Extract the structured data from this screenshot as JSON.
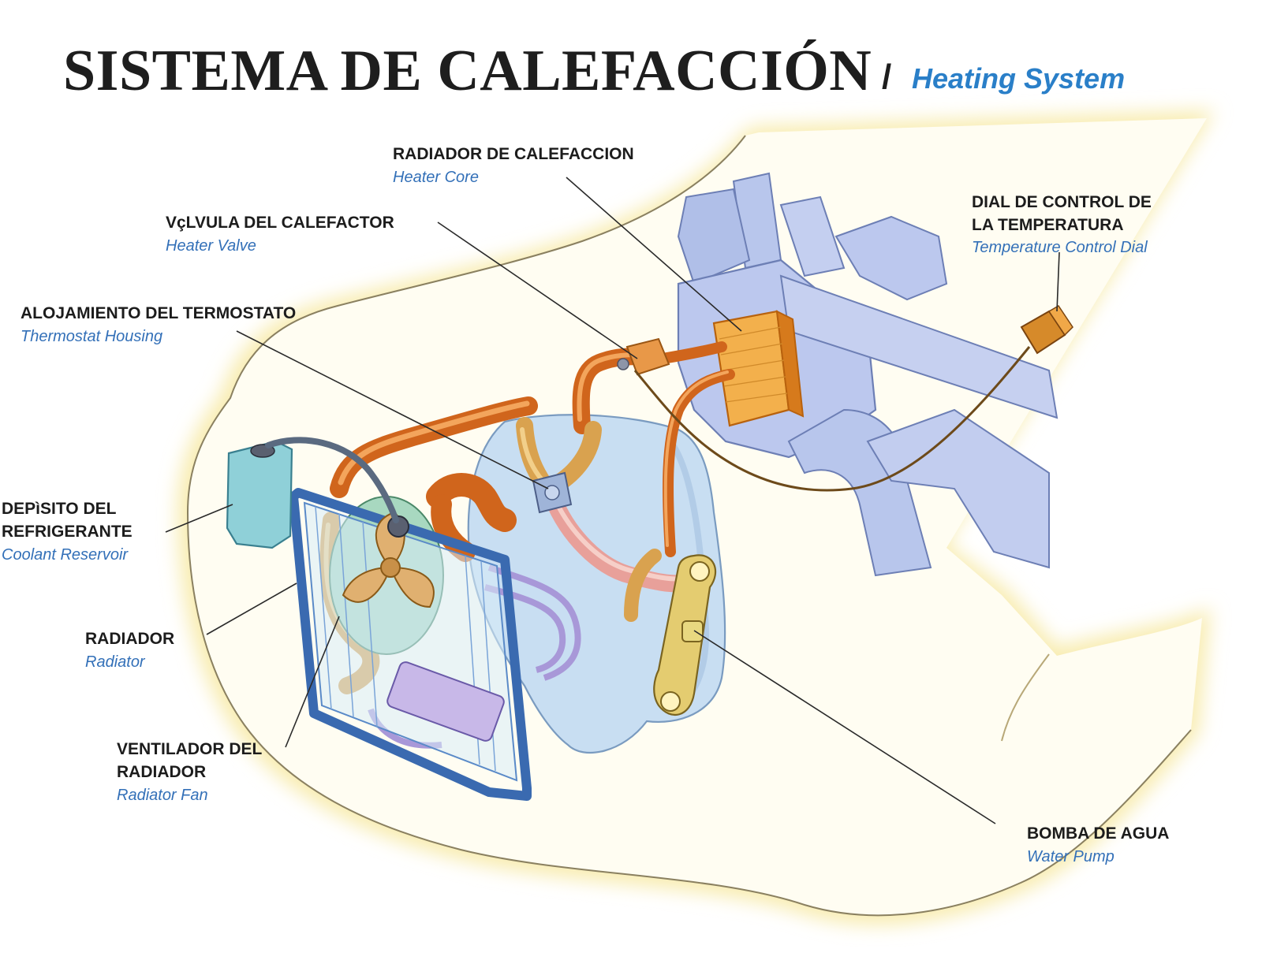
{
  "title": {
    "main": "SISTEMA DE CALEFACCIÓN",
    "separator": "/",
    "subtitle": "Heating System"
  },
  "colors": {
    "title": "#1e1e1e",
    "subtitle_blue": "#2a7fc8",
    "label_dark": "#1c1c1c",
    "label_blue": "#3370b8",
    "body_fill": "#fffdf2",
    "body_glow": "#f8ecb0",
    "engine_blue": "#c8def2",
    "heater_box": "#bcc8ee",
    "hose_orange": "#d0651c",
    "hose_pink": "#e8a09a",
    "heater_core": "#f0a040"
  },
  "labels": {
    "heater_core": {
      "es": "RADIADOR DE CALEFACCION",
      "en": "Heater Core"
    },
    "heater_valve": {
      "es": "VçLVULA DEL CALEFACTOR",
      "en": "Heater Valve"
    },
    "temp_dial": {
      "es_line1": "DIAL DE CONTROL DE",
      "es_line2": "LA TEMPERATURA",
      "en": "Temperature Control Dial"
    },
    "thermostat": {
      "es": "ALOJAMIENTO DEL TERMOSTATO",
      "en": "Thermostat Housing"
    },
    "reservoir": {
      "es_line1": "DEPìSITO DEL",
      "es_line2": "REFRIGERANTE",
      "en": "Coolant Reservoir"
    },
    "radiator": {
      "es": "RADIADOR",
      "en": "Radiator"
    },
    "radiator_fan": {
      "es_line1": "VENTILADOR DEL",
      "es_line2": "RADIADOR",
      "en": "Radiator Fan"
    },
    "water_pump": {
      "es": "BOMBA DE AGUA",
      "en": "Water Pump"
    }
  }
}
